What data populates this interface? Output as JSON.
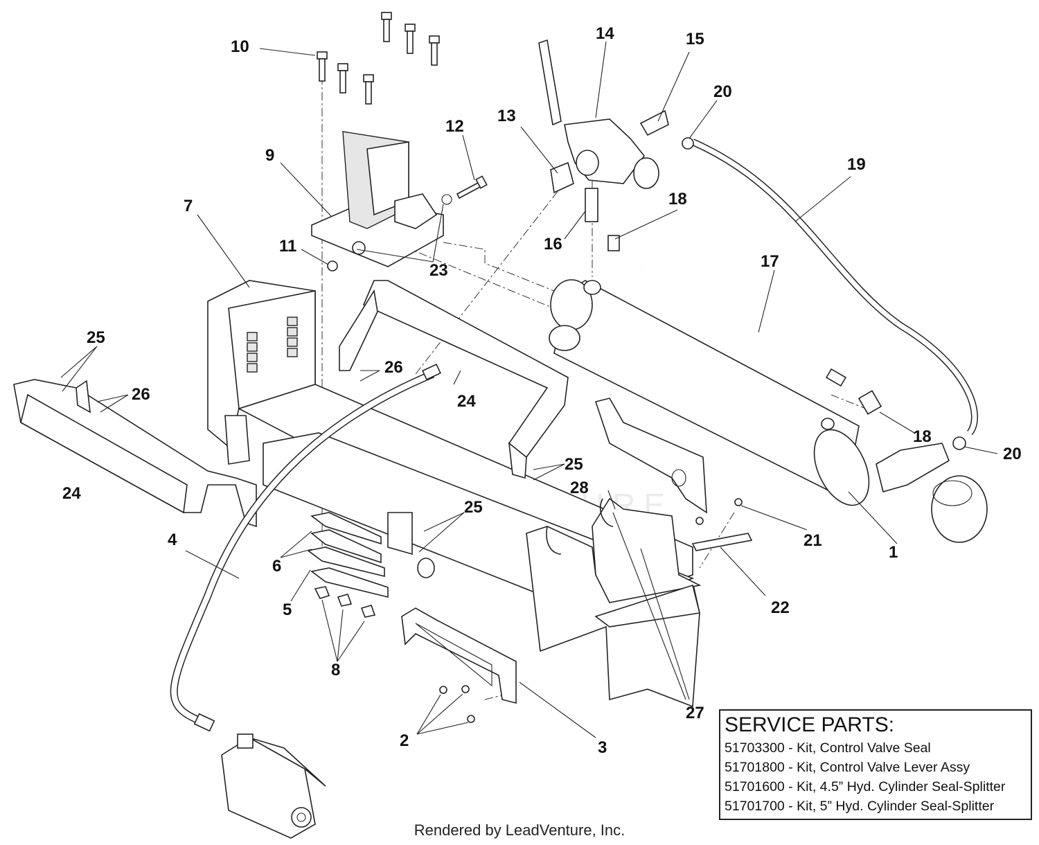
{
  "watermark": "LEADVENTURE",
  "callouts": {
    "c1": "1",
    "c2": "2",
    "c3": "3",
    "c4": "4",
    "c5": "5",
    "c6": "6",
    "c7": "7",
    "c8": "8",
    "c9": "9",
    "c10": "10",
    "c11": "11",
    "c12": "12",
    "c13": "13",
    "c14": "14",
    "c15": "15",
    "c16": "16",
    "c17": "17",
    "c18a": "18",
    "c18b": "18",
    "c19": "19",
    "c20a": "20",
    "c20b": "20",
    "c21": "21",
    "c22": "22",
    "c23": "23",
    "c24a": "24",
    "c24b": "24",
    "c25a": "25",
    "c25b": "25",
    "c25c": "25",
    "c26a": "26",
    "c26b": "26",
    "c27": "27",
    "c28": "28"
  },
  "service_parts": {
    "title": "SERVICE PARTS:",
    "items": [
      "51703300 - Kit, Control Valve Seal",
      "51701800 - Kit, Control Valve Lever Assy",
      "51701600 - Kit, 4.5” Hyd. Cylinder Seal-Splitter",
      "51701700 - Kit, 5” Hyd. Cylinder Seal-Splitter"
    ]
  },
  "footer": "Rendered by LeadVenture, Inc."
}
